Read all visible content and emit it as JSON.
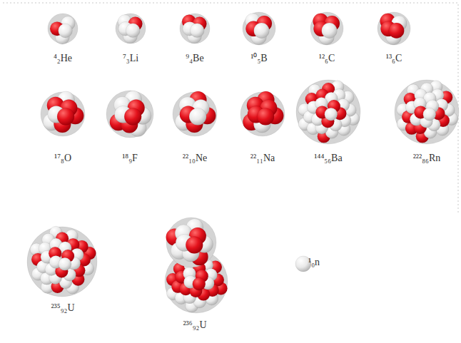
{
  "diagram": {
    "labels": [
      "⁴₂He",
      "⁷₃Li",
      "⁹₄Be",
      "¹⁰₅B",
      "¹²₆C",
      "¹³₆C",
      "¹⁷₈O",
      "¹⁸₉F",
      "²²₁₀Ne",
      "²²₁₁Na",
      "¹⁴⁴₅₆Ba",
      "²²²₈₆Rn",
      "²³⁵₉₂U",
      "²³⁶₉₂U",
      "¹₀n"
    ]
  }
}
